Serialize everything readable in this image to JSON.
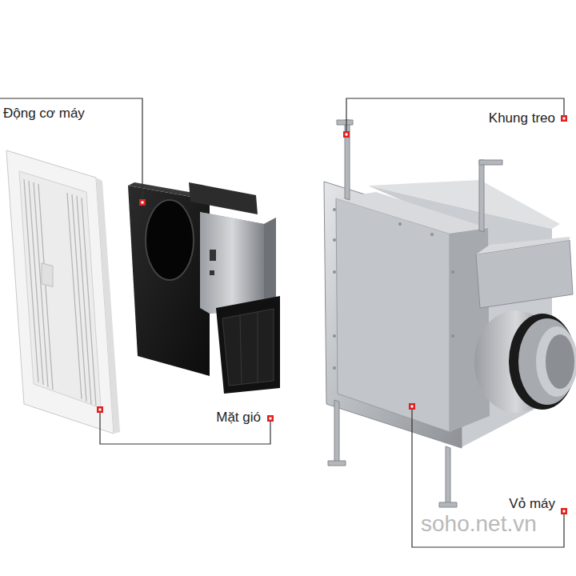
{
  "diagram": {
    "labels": [
      "Động cơ máy",
      "Khung treo",
      "Mặt gió",
      "Vỏ máy",
      "soho.net.vn"
    ]
  }
}
